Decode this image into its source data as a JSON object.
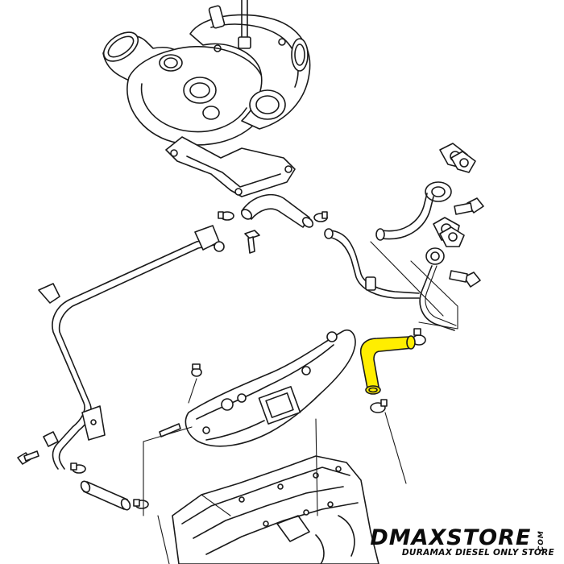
{
  "diagram": {
    "highlight_color": "#ffee00",
    "line_color": "#1a1a1a",
    "background_color": "#ffffff"
  },
  "brand": {
    "name": "DMAXSTORE",
    "suffix": ".COM",
    "tagline": "DURAMAX DIESEL ONLY STORE"
  }
}
